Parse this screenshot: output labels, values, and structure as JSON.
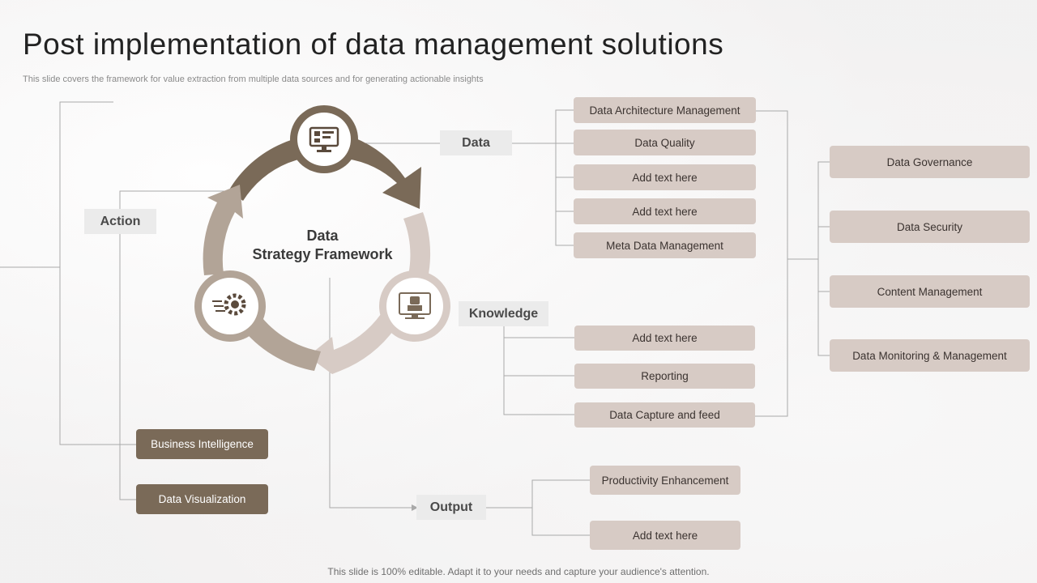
{
  "header": {
    "title": "Post implementation of data management solutions",
    "subtitle": "This slide covers the framework for value extraction from multiple data sources and for generating actionable insights"
  },
  "center": {
    "line1": "Data",
    "line2": "Strategy Framework"
  },
  "labels": {
    "data": "Data",
    "action": "Action",
    "knowledge": "Knowledge",
    "output": "Output"
  },
  "data_items": [
    "Data Architecture Management",
    "Data Quality",
    "Add text here",
    "Add text here",
    "Meta Data Management"
  ],
  "knowledge_items": [
    "Add text here",
    "Reporting",
    "Data Capture and feed"
  ],
  "output_items": [
    "Productivity Enhancement",
    "Add text here"
  ],
  "action_items": [
    "Business Intelligence",
    "Data Visualization"
  ],
  "right_items": [
    "Data Governance",
    "Data Security",
    "Content Management",
    "Data Monitoring & Management"
  ],
  "icons": {
    "top": "dashboard-monitor-icon",
    "left": "gear-speed-icon",
    "right": "robot-monitor-icon"
  },
  "colors": {
    "dark_brown": "#7a6a58",
    "mid_taupe": "#b2a497",
    "light_taupe": "#d7cbc5",
    "line": "#a9a9a9"
  },
  "footer": "This slide is 100% editable. Adapt it to your needs and capture your audience's attention."
}
